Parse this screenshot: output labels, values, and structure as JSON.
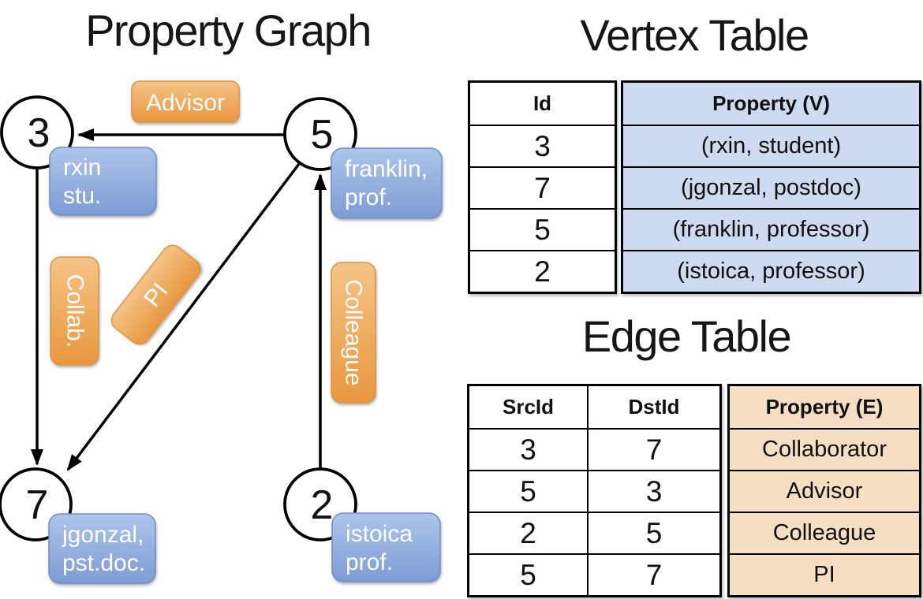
{
  "titles": {
    "property_graph": "Property Graph",
    "vertex_table": "Vertex Table",
    "edge_table": "Edge Table"
  },
  "graph": {
    "nodes": [
      {
        "id": "3",
        "label_line1": "rxin",
        "label_line2": "stu."
      },
      {
        "id": "5",
        "label_line1": "franklin,",
        "label_line2": "prof."
      },
      {
        "id": "7",
        "label_line1": "jgonzal,",
        "label_line2": "pst.doc."
      },
      {
        "id": "2",
        "label_line1": "istoica",
        "label_line2": "prof."
      }
    ],
    "edge_labels": [
      {
        "text": "Advisor"
      },
      {
        "text": "Collab."
      },
      {
        "text": "PI"
      },
      {
        "text": "Colleague"
      }
    ]
  },
  "vertex_table": {
    "header_id": "Id",
    "header_property": "Property (V)",
    "rows": [
      {
        "id": "3",
        "property": "(rxin, student)"
      },
      {
        "id": "7",
        "property": "(jgonzal, postdoc)"
      },
      {
        "id": "5",
        "property": "(franklin, professor)"
      },
      {
        "id": "2",
        "property": "(istoica, professor)"
      }
    ]
  },
  "edge_table": {
    "header_src": "SrcId",
    "header_dst": "DstId",
    "header_property": "Property (E)",
    "rows": [
      {
        "src": "3",
        "dst": "7",
        "property": "Collaborator"
      },
      {
        "src": "5",
        "dst": "3",
        "property": "Advisor"
      },
      {
        "src": "2",
        "dst": "5",
        "property": "Colleague"
      },
      {
        "src": "5",
        "dst": "7",
        "property": "PI"
      }
    ]
  },
  "colors": {
    "edge_label_fill_top": "#F5C488",
    "edge_label_fill_bottom": "#E8973E",
    "vertex_label_fill_top": "#ADC5EA",
    "vertex_label_fill_bottom": "#7D9CD4",
    "vertex_property_bg": "#CEDAF0",
    "edge_property_bg": "#F5DEC2",
    "line_color": "#000000"
  }
}
